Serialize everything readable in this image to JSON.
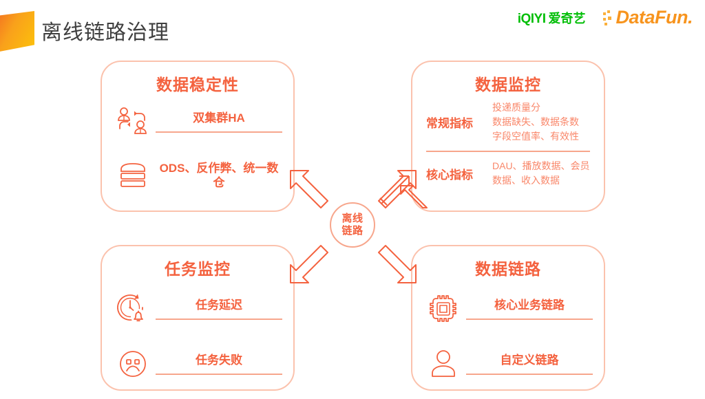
{
  "header": {
    "title": "离线链路治理",
    "logos": {
      "iqiyi_latin": "iQIYI",
      "iqiyi_cn": "爱奇艺",
      "datafun": "DataFun."
    }
  },
  "colors": {
    "accent": "#f4623f",
    "accent_light": "#f9876a",
    "border": "#fbc2ad",
    "rule": "#f7a68c",
    "iqiyi_green": "#00be06",
    "datafun_orange": "#f7941e",
    "title_gray": "#3f3f3f"
  },
  "hub": {
    "line1": "离线",
    "line2": "链路"
  },
  "cards": {
    "top_left": {
      "title": "数据稳定性",
      "rows": [
        {
          "icon": "user-exchange-icon",
          "label": "双集群HA"
        },
        {
          "icon": "database-stack-icon",
          "label": "ODS、反作弊、统一数仓"
        }
      ]
    },
    "top_right": {
      "title": "数据监控",
      "metrics": [
        {
          "name": "常规指标",
          "values": "投递质量分\n数据缺失、数据条数\n字段空值率、有效性"
        },
        {
          "name": "核心指标",
          "values": "DAU、播放数据、会员数据、收入数据"
        }
      ]
    },
    "bottom_left": {
      "title": "任务监控",
      "rows": [
        {
          "icon": "clock-alarm-icon",
          "label": "任务延迟"
        },
        {
          "icon": "sad-face-icon",
          "label": "任务失败"
        }
      ]
    },
    "bottom_right": {
      "title": "数据链路",
      "rows": [
        {
          "icon": "chip-icon",
          "label": "核心业务链路"
        },
        {
          "icon": "person-icon",
          "label": "自定义链路"
        }
      ]
    }
  }
}
